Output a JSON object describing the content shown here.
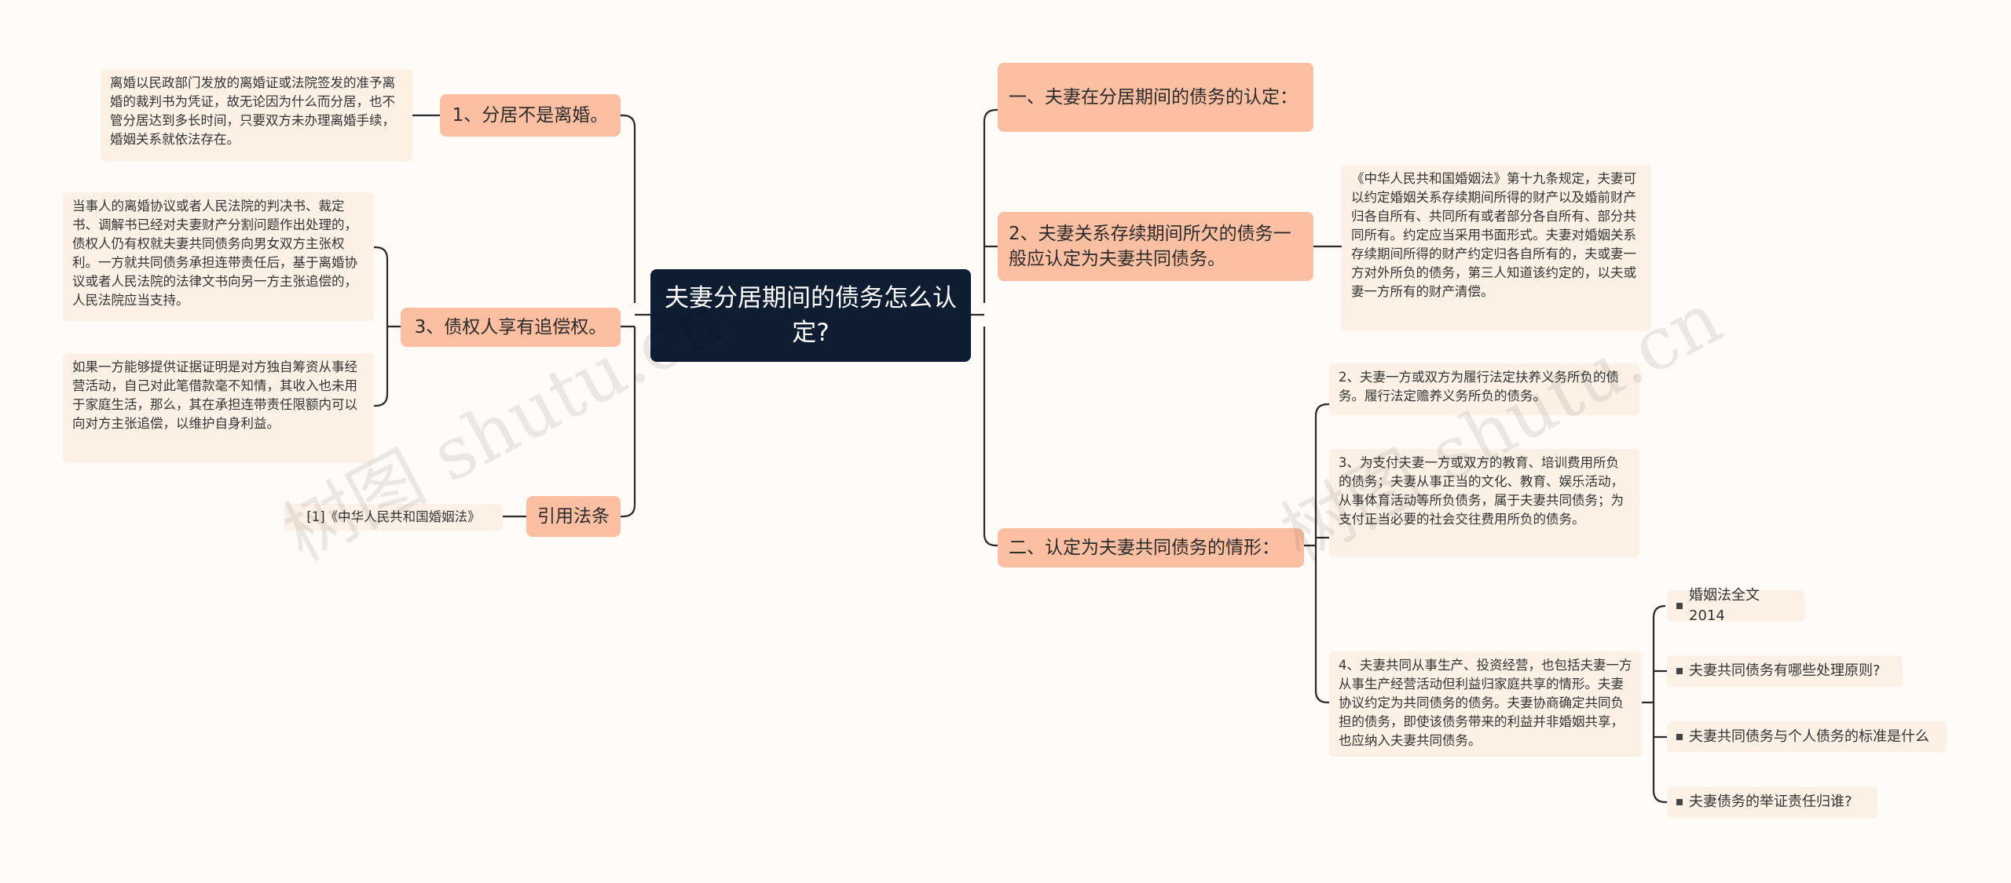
{
  "root": {
    "title": "夫妻分居期间的债务怎么认定?"
  },
  "left": {
    "b1": {
      "label": "1、分居不是离婚。",
      "detail": "离婚以民政部门发放的离婚证或法院签发的准予离婚的裁判书为凭证，故无论因为什么而分居，也不管分居达到多长时间，只要双方未办理离婚手续，婚姻关系就依法存在。"
    },
    "b3": {
      "label": "3、债权人享有追偿权。",
      "detail1": "当事人的离婚协议或者人民法院的判决书、裁定书、调解书已经对夫妻财产分割问题作出处理的，债权人仍有权就夫妻共同债务向男女双方主张权利。一方就共同债务承担连带责任后，基于离婚协议或者人民法院的法律文书向另一方主张追偿的，人民法院应当支持。",
      "detail2": "如果一方能够提供证据证明是对方独自筹资从事经营活动，自己对此笔借款毫不知情，其收入也未用于家庭生活，那么，其在承担连带责任限额内可以向对方主张追偿，以维护自身利益。"
    },
    "cite": {
      "label": "引用法条",
      "ref": "[1]《中华人民共和国婚姻法》"
    }
  },
  "right": {
    "r1": {
      "label": "一、夫妻在分居期间的债务的认定："
    },
    "r2": {
      "label": "2、夫妻关系存续期间所欠的债务一般应认定为夫妻共同债务。",
      "detail": "《中华人民共和国婚姻法》第十九条规定，夫妻可以约定婚姻关系存续期间所得的财产以及婚前财产归各自所有、共同所有或者部分各自所有、部分共同所有。约定应当采用书面形式。夫妻对婚姻关系存续期间所得的财产约定归各自所有的，夫或妻一方对外所负的债务，第三人知道该约定的，以夫或妻一方所有的财产清偿。"
    },
    "r3": {
      "label": "二、认定为夫妻共同债务的情形：",
      "item2": "2、夫妻一方或双方为履行法定扶养义务所负的债务。履行法定赡养义务所负的债务。",
      "item3": "3、为支付夫妻一方或双方的教育、培训费用所负的债务；夫妻从事正当的文化、教育、娱乐活动，从事体育活动等所负债务，属于夫妻共同债务；为支付正当必要的社会交往费用所负的债务。",
      "item4": "4、夫妻共同从事生产、投资经营，也包括夫妻一方从事生产经营活动但利益归家庭共享的情形。夫妻协议约定为共同债务的债务。夫妻协商确定共同负担的债务，即使该债务带来的利益并非婚姻共享，也应纳入夫妻共同债务。",
      "related": [
        "婚姻法全文2014",
        "夫妻共同债务有哪些处理原则?",
        "夫妻共同债务与个人债务的标准是什么",
        "夫妻债务的举证责任归谁?"
      ]
    }
  },
  "watermarks": [
    "树图 shutu.cn",
    "树图 shutu.cn"
  ],
  "colors": {
    "root": "#0f1d33",
    "branch": "#fdbfa1",
    "leaf": "#fdf1e6",
    "line": "#2a2a2a"
  }
}
